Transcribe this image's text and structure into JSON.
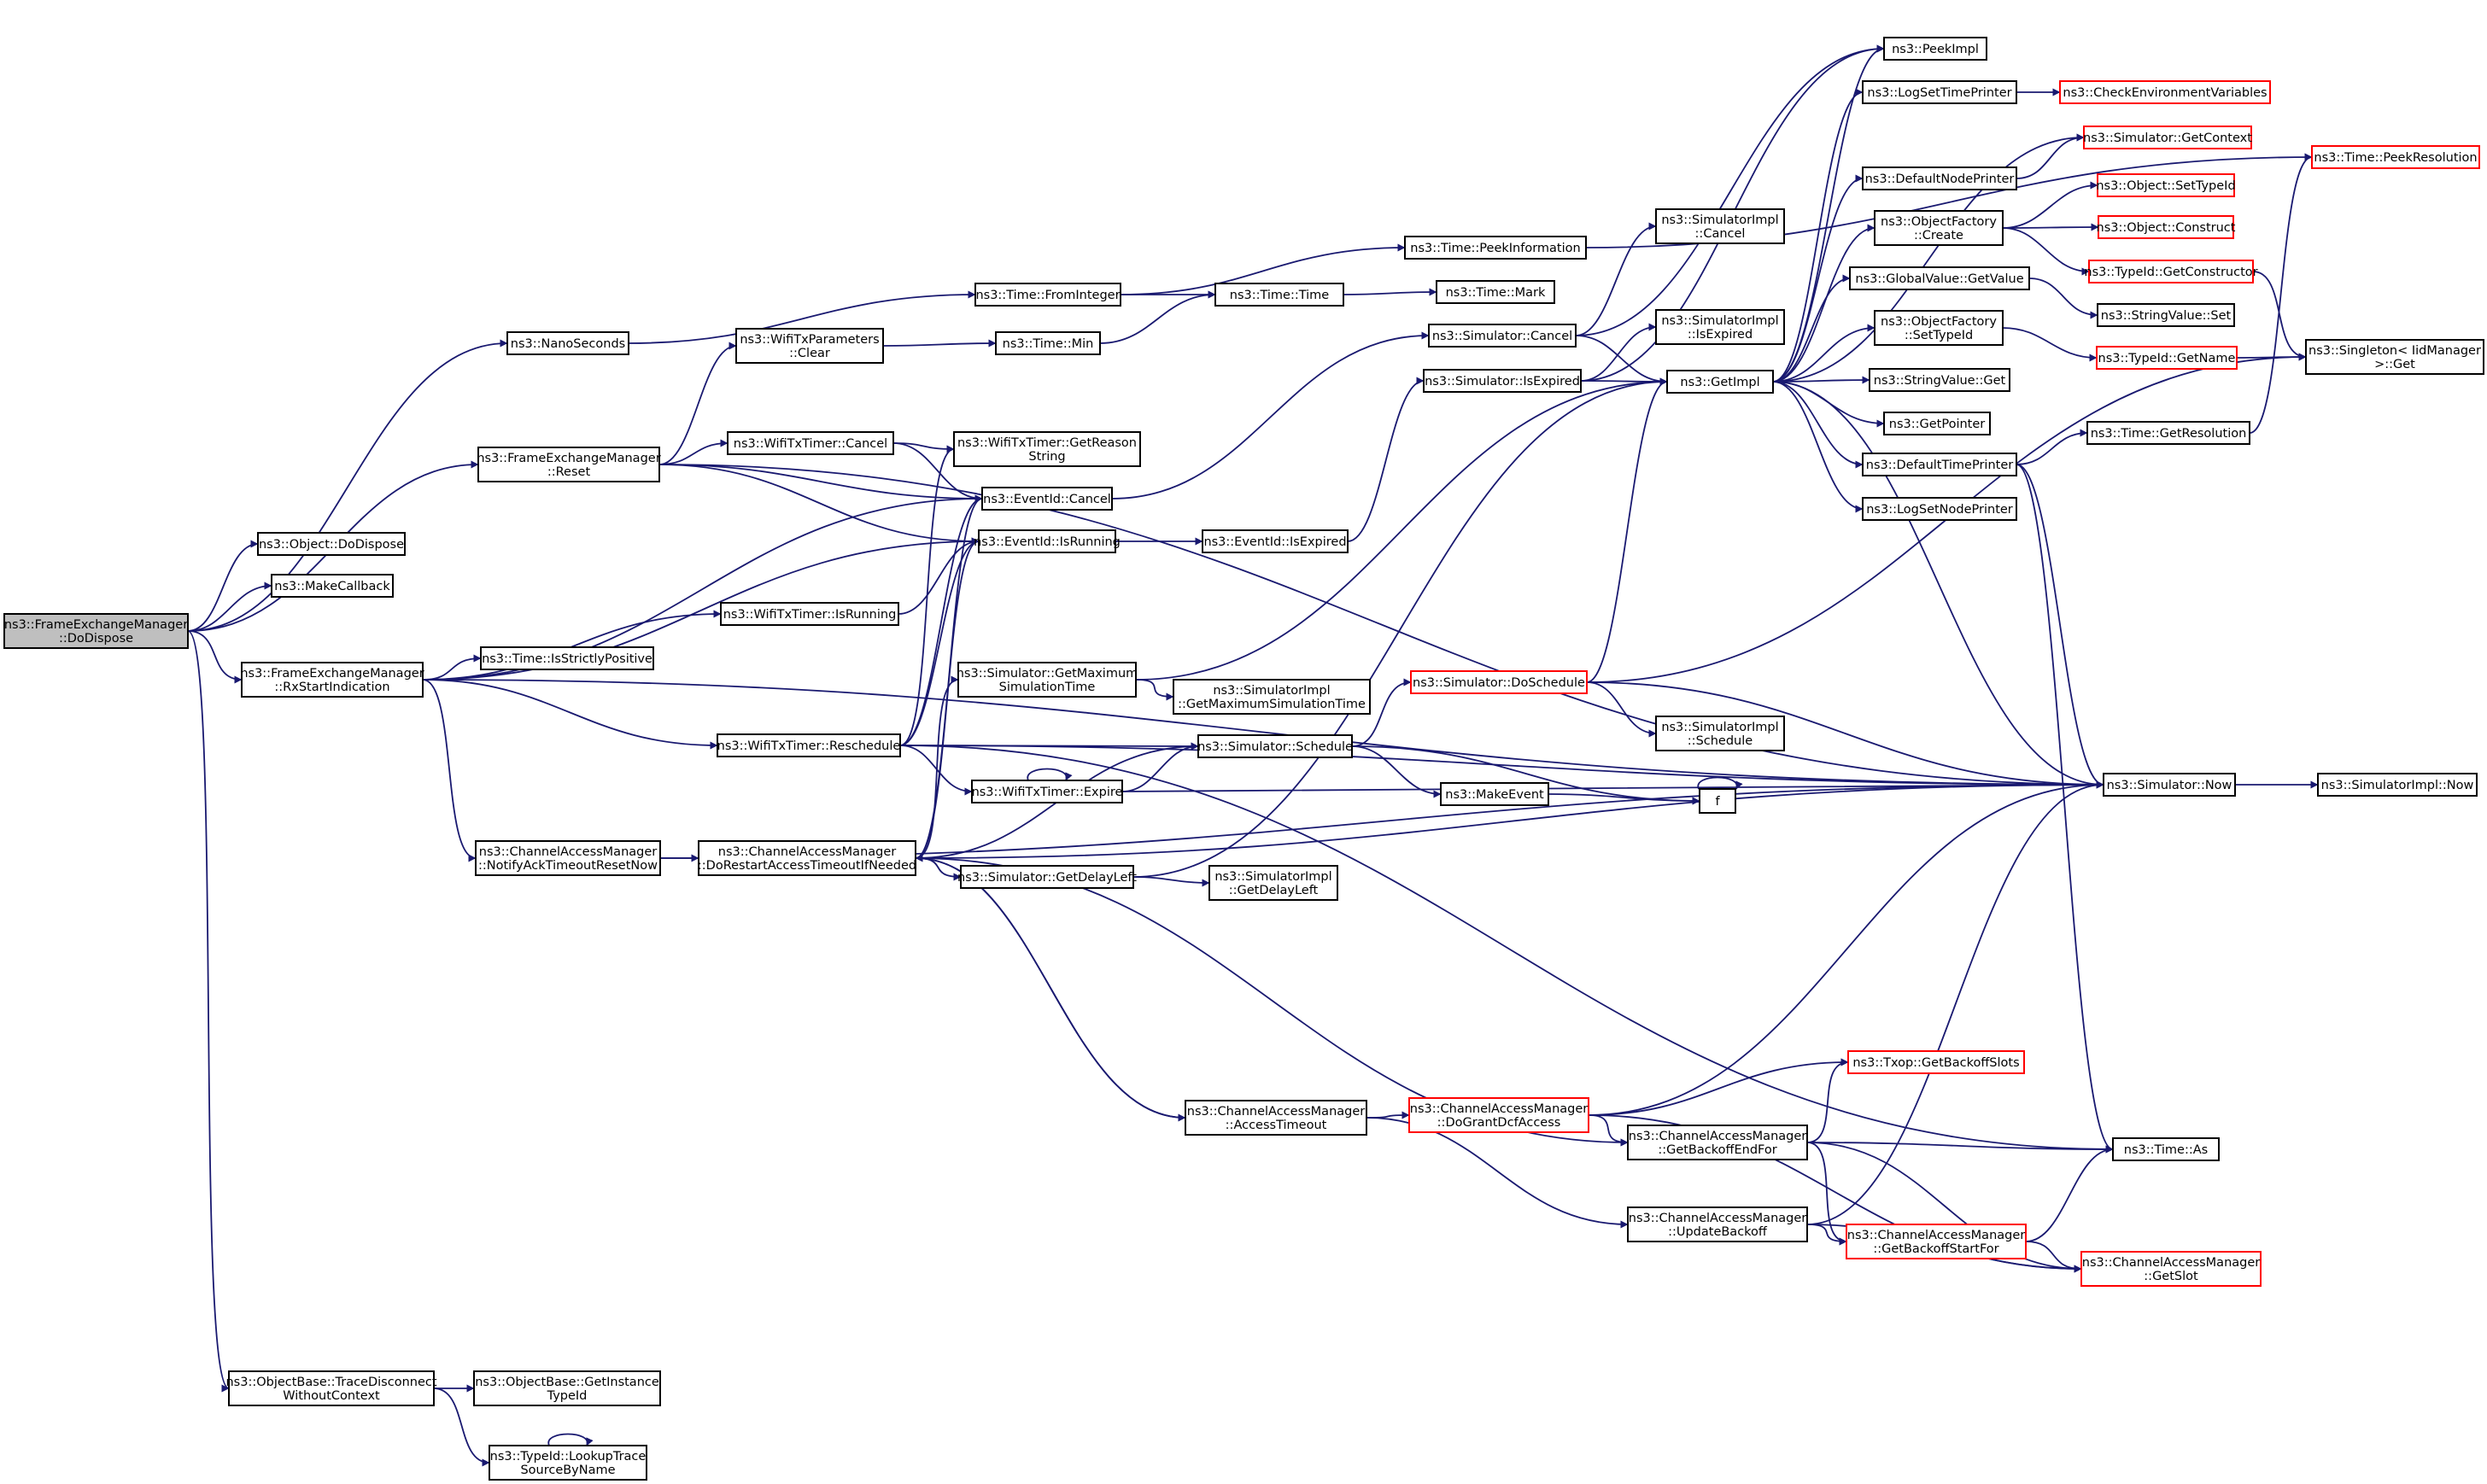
{
  "graph": {
    "nodes": [
      {
        "id": "root",
        "lines": [
          "ns3::FrameExchangeManager",
          "::DoDispose"
        ],
        "style": "root"
      },
      {
        "id": "obj_dodispose",
        "lines": [
          "ns3::Object::DoDispose"
        ]
      },
      {
        "id": "makecallback",
        "lines": [
          "ns3::MakeCallback"
        ]
      },
      {
        "id": "nanoseconds",
        "lines": [
          "ns3::NanoSeconds"
        ]
      },
      {
        "id": "fem_reset",
        "lines": [
          "ns3::FrameExchangeManager",
          "::Reset"
        ]
      },
      {
        "id": "fem_rxstart",
        "lines": [
          "ns3::FrameExchangeManager",
          "::RxStartIndication"
        ]
      },
      {
        "id": "obase_trace",
        "lines": [
          "ns3::ObjectBase::TraceDisconnect",
          "WithoutContext"
        ]
      },
      {
        "id": "obase_getinst",
        "lines": [
          "ns3::ObjectBase::GetInstance",
          "TypeId"
        ]
      },
      {
        "id": "typeid_lookup",
        "lines": [
          "ns3::TypeId::LookupTrace",
          "SourceByName"
        ]
      },
      {
        "id": "wifitxparams_clear",
        "lines": [
          "ns3::WifiTxParameters",
          "::Clear"
        ]
      },
      {
        "id": "wifitxtimer_cancel",
        "lines": [
          "ns3::WifiTxTimer::Cancel"
        ]
      },
      {
        "id": "wifitxtimer_isrunning",
        "lines": [
          "ns3::WifiTxTimer::IsRunning"
        ]
      },
      {
        "id": "time_isstrictly",
        "lines": [
          "ns3::Time::IsStrictlyPositive"
        ]
      },
      {
        "id": "wifitxtimer_resched",
        "lines": [
          "ns3::WifiTxTimer::Reschedule"
        ]
      },
      {
        "id": "cam_notify",
        "lines": [
          "ns3::ChannelAccessManager",
          "::NotifyAckTimeoutResetNow"
        ]
      },
      {
        "id": "cam_dorestart",
        "lines": [
          "ns3::ChannelAccessManager",
          "::DoRestartAccessTimeoutIfNeeded"
        ]
      },
      {
        "id": "time_frominteger",
        "lines": [
          "ns3::Time::FromInteger"
        ]
      },
      {
        "id": "time_min",
        "lines": [
          "ns3::Time::Min"
        ]
      },
      {
        "id": "wifitxtimer_getreason",
        "lines": [
          "ns3::WifiTxTimer::GetReason",
          "String"
        ]
      },
      {
        "id": "eventid_cancel",
        "lines": [
          "ns3::EventId::Cancel"
        ]
      },
      {
        "id": "eventid_isrunning",
        "lines": [
          "ns3::EventId::IsRunning"
        ]
      },
      {
        "id": "sim_getmaxsim",
        "lines": [
          "ns3::Simulator::GetMaximum",
          "SimulationTime"
        ]
      },
      {
        "id": "wifitxtimer_expire",
        "lines": [
          "ns3::WifiTxTimer::Expire"
        ]
      },
      {
        "id": "sim_getdelayleft",
        "lines": [
          "ns3::Simulator::GetDelayLeft"
        ]
      },
      {
        "id": "cam_accesstimeout",
        "lines": [
          "ns3::ChannelAccessManager",
          "::AccessTimeout"
        ]
      },
      {
        "id": "time_peekinfo",
        "lines": [
          "ns3::Time::PeekInformation"
        ]
      },
      {
        "id": "time_time",
        "lines": [
          "ns3::Time::Time"
        ]
      },
      {
        "id": "time_mark",
        "lines": [
          "ns3::Time::Mark"
        ]
      },
      {
        "id": "sim_cancel",
        "lines": [
          "ns3::Simulator::Cancel"
        ]
      },
      {
        "id": "sim_isexpired",
        "lines": [
          "ns3::Simulator::IsExpired"
        ]
      },
      {
        "id": "eventid_isexpired",
        "lines": [
          "ns3::EventId::IsExpired"
        ]
      },
      {
        "id": "simimpl_getmax",
        "lines": [
          "ns3::SimulatorImpl",
          "::GetMaximumSimulationTime"
        ]
      },
      {
        "id": "sim_schedule",
        "lines": [
          "ns3::Simulator::Schedule"
        ]
      },
      {
        "id": "makeevent",
        "lines": [
          "ns3::MakeEvent"
        ]
      },
      {
        "id": "simimpl_getdelayleft",
        "lines": [
          "ns3::SimulatorImpl",
          "::GetDelayLeft"
        ]
      },
      {
        "id": "cam_dogrant",
        "lines": [
          "ns3::ChannelAccessManager",
          "::DoGrantDcfAccess"
        ],
        "style": "red"
      },
      {
        "id": "sim_doschedule",
        "lines": [
          "ns3::Simulator::DoSchedule"
        ],
        "style": "red"
      },
      {
        "id": "simimpl_cancel",
        "lines": [
          "ns3::SimulatorImpl",
          "::Cancel"
        ]
      },
      {
        "id": "simimpl_isexpired",
        "lines": [
          "ns3::SimulatorImpl",
          "::IsExpired"
        ]
      },
      {
        "id": "getimpl",
        "lines": [
          "ns3::GetImpl"
        ]
      },
      {
        "id": "simimpl_schedule",
        "lines": [
          "ns3::SimulatorImpl",
          "::Schedule"
        ]
      },
      {
        "id": "f",
        "lines": [
          "f"
        ]
      },
      {
        "id": "cam_getbackoffend",
        "lines": [
          "ns3::ChannelAccessManager",
          "::GetBackoffEndFor"
        ]
      },
      {
        "id": "cam_updatebackoff",
        "lines": [
          "ns3::ChannelAccessManager",
          "::UpdateBackoff"
        ]
      },
      {
        "id": "peekimpl",
        "lines": [
          "ns3::PeekImpl"
        ]
      },
      {
        "id": "logsettime",
        "lines": [
          "ns3::LogSetTimePrinter"
        ]
      },
      {
        "id": "defnodeprinter",
        "lines": [
          "ns3::DefaultNodePrinter"
        ]
      },
      {
        "id": "objfactory_create",
        "lines": [
          "ns3::ObjectFactory",
          "::Create"
        ]
      },
      {
        "id": "globalvalue_get",
        "lines": [
          "ns3::GlobalValue::GetValue"
        ]
      },
      {
        "id": "objfactory_settype",
        "lines": [
          "ns3::ObjectFactory",
          "::SetTypeId"
        ]
      },
      {
        "id": "stringvalue_get",
        "lines": [
          "ns3::StringValue::Get"
        ]
      },
      {
        "id": "getpointer",
        "lines": [
          "ns3::GetPointer"
        ]
      },
      {
        "id": "deftimeprinter",
        "lines": [
          "ns3::DefaultTimePrinter"
        ]
      },
      {
        "id": "logsetnode",
        "lines": [
          "ns3::LogSetNodePrinter"
        ]
      },
      {
        "id": "txop_getbackoff",
        "lines": [
          "ns3::Txop::GetBackoffSlots"
        ],
        "style": "red"
      },
      {
        "id": "cam_getbackoffstart",
        "lines": [
          "ns3::ChannelAccessManager",
          "::GetBackoffStartFor"
        ],
        "style": "red"
      },
      {
        "id": "checkenv",
        "lines": [
          "ns3::CheckEnvironmentVariables"
        ],
        "style": "red"
      },
      {
        "id": "sim_getcontext",
        "lines": [
          "ns3::Simulator::GetContext"
        ],
        "style": "red"
      },
      {
        "id": "obj_settypeid",
        "lines": [
          "ns3::Object::SetTypeId"
        ],
        "style": "red"
      },
      {
        "id": "obj_construct",
        "lines": [
          "ns3::Object::Construct"
        ],
        "style": "red"
      },
      {
        "id": "typeid_getconstructor",
        "lines": [
          "ns3::TypeId::GetConstructor"
        ],
        "style": "red"
      },
      {
        "id": "stringvalue_set",
        "lines": [
          "ns3::StringValue::Set"
        ]
      },
      {
        "id": "typeid_getname",
        "lines": [
          "ns3::TypeId::GetName"
        ],
        "style": "red"
      },
      {
        "id": "time_getresolution",
        "lines": [
          "ns3::Time::GetResolution"
        ]
      },
      {
        "id": "sim_now",
        "lines": [
          "ns3::Simulator::Now"
        ]
      },
      {
        "id": "time_as",
        "lines": [
          "ns3::Time::As"
        ]
      },
      {
        "id": "cam_getslot",
        "lines": [
          "ns3::ChannelAccessManager",
          "::GetSlot"
        ],
        "style": "red"
      },
      {
        "id": "time_peekres",
        "lines": [
          "ns3::Time::PeekResolution"
        ],
        "style": "red"
      },
      {
        "id": "singleton_get",
        "lines": [
          "ns3::Singleton< IidManager",
          " >::Get"
        ]
      },
      {
        "id": "simimpl_now",
        "lines": [
          "ns3::SimulatorImpl::Now"
        ]
      }
    ],
    "edges": [
      [
        "root",
        "obj_dodispose"
      ],
      [
        "root",
        "makecallback"
      ],
      [
        "root",
        "nanoseconds"
      ],
      [
        "root",
        "fem_reset"
      ],
      [
        "root",
        "fem_rxstart"
      ],
      [
        "root",
        "obase_trace"
      ],
      [
        "obase_trace",
        "obase_getinst"
      ],
      [
        "obase_trace",
        "typeid_lookup"
      ],
      [
        "typeid_lookup",
        "typeid_lookup"
      ],
      [
        "nanoseconds",
        "time_frominteger"
      ],
      [
        "fem_reset",
        "wifitxparams_clear"
      ],
      [
        "fem_reset",
        "wifitxtimer_cancel"
      ],
      [
        "fem_reset",
        "eventid_cancel"
      ],
      [
        "fem_reset",
        "eventid_isrunning"
      ],
      [
        "fem_reset",
        "sim_now"
      ],
      [
        "fem_rxstart",
        "eventid_cancel"
      ],
      [
        "fem_rxstart",
        "eventid_isrunning"
      ],
      [
        "fem_rxstart",
        "wifitxtimer_isrunning"
      ],
      [
        "fem_rxstart",
        "time_isstrictly"
      ],
      [
        "fem_rxstart",
        "wifitxtimer_resched"
      ],
      [
        "fem_rxstart",
        "cam_notify"
      ],
      [
        "fem_rxstart",
        "sim_now"
      ],
      [
        "wifitxparams_clear",
        "time_min"
      ],
      [
        "wifitxtimer_cancel",
        "wifitxtimer_getreason"
      ],
      [
        "wifitxtimer_cancel",
        "eventid_cancel"
      ],
      [
        "wifitxtimer_isrunning",
        "eventid_isrunning"
      ],
      [
        "wifitxtimer_resched",
        "wifitxtimer_getreason"
      ],
      [
        "wifitxtimer_resched",
        "eventid_cancel"
      ],
      [
        "wifitxtimer_resched",
        "eventid_isrunning"
      ],
      [
        "wifitxtimer_resched",
        "wifitxtimer_expire"
      ],
      [
        "wifitxtimer_resched",
        "sim_schedule"
      ],
      [
        "wifitxtimer_resched",
        "sim_now"
      ],
      [
        "wifitxtimer_resched",
        "time_as"
      ],
      [
        "cam_notify",
        "cam_dorestart"
      ],
      [
        "cam_notify",
        "sim_now"
      ],
      [
        "cam_dorestart",
        "eventid_cancel"
      ],
      [
        "cam_dorestart",
        "eventid_isrunning"
      ],
      [
        "cam_dorestart",
        "sim_getmaxsim"
      ],
      [
        "cam_dorestart",
        "sim_schedule"
      ],
      [
        "cam_dorestart",
        "sim_getdelayleft"
      ],
      [
        "cam_dorestart",
        "cam_accesstimeout"
      ],
      [
        "cam_dorestart",
        "cam_getbackoffend"
      ],
      [
        "cam_dorestart",
        "sim_now"
      ],
      [
        "time_frominteger",
        "time_peekinfo"
      ],
      [
        "time_frominteger",
        "time_time"
      ],
      [
        "time_min",
        "time_time"
      ],
      [
        "time_time",
        "time_mark"
      ],
      [
        "eventid_cancel",
        "sim_cancel"
      ],
      [
        "eventid_isrunning",
        "eventid_isexpired"
      ],
      [
        "eventid_isexpired",
        "sim_isexpired"
      ],
      [
        "sim_getmaxsim",
        "simimpl_getmax"
      ],
      [
        "sim_getmaxsim",
        "getimpl"
      ],
      [
        "wifitxtimer_expire",
        "wifitxtimer_expire"
      ],
      [
        "wifitxtimer_expire",
        "sim_schedule"
      ],
      [
        "wifitxtimer_expire",
        "sim_now"
      ],
      [
        "sim_getdelayleft",
        "simimpl_getdelayleft"
      ],
      [
        "sim_getdelayleft",
        "getimpl"
      ],
      [
        "cam_accesstimeout",
        "cam_dorestart"
      ],
      [
        "cam_accesstimeout",
        "cam_dogrant"
      ],
      [
        "cam_accesstimeout",
        "cam_updatebackoff"
      ],
      [
        "time_peekinfo",
        "time_peekres"
      ],
      [
        "sim_cancel",
        "simimpl_cancel"
      ],
      [
        "sim_cancel",
        "getimpl"
      ],
      [
        "sim_cancel",
        "peekimpl"
      ],
      [
        "sim_isexpired",
        "simimpl_isexpired"
      ],
      [
        "sim_isexpired",
        "getimpl"
      ],
      [
        "sim_isexpired",
        "peekimpl"
      ],
      [
        "sim_schedule",
        "sim_doschedule"
      ],
      [
        "sim_schedule",
        "makeevent"
      ],
      [
        "sim_schedule",
        "f"
      ],
      [
        "makeevent",
        "f"
      ],
      [
        "f",
        "f"
      ],
      [
        "sim_doschedule",
        "simimpl_schedule"
      ],
      [
        "sim_doschedule",
        "getimpl"
      ],
      [
        "sim_doschedule",
        "sim_now"
      ],
      [
        "sim_doschedule",
        "singleton_get"
      ],
      [
        "cam_dogrant",
        "txop_getbackoff"
      ],
      [
        "cam_dogrant",
        "cam_getbackoffend"
      ],
      [
        "cam_dogrant",
        "cam_getslot"
      ],
      [
        "cam_dogrant",
        "sim_now"
      ],
      [
        "getimpl",
        "peekimpl"
      ],
      [
        "getimpl",
        "logsettime"
      ],
      [
        "getimpl",
        "defnodeprinter"
      ],
      [
        "getimpl",
        "objfactory_create"
      ],
      [
        "getimpl",
        "globalvalue_get"
      ],
      [
        "getimpl",
        "objfactory_settype"
      ],
      [
        "getimpl",
        "stringvalue_get"
      ],
      [
        "getimpl",
        "getpointer"
      ],
      [
        "getimpl",
        "deftimeprinter"
      ],
      [
        "getimpl",
        "logsetnode"
      ],
      [
        "getimpl",
        "sim_now"
      ],
      [
        "getimpl",
        "sim_getcontext"
      ],
      [
        "cam_getbackoffend",
        "txop_getbackoff"
      ],
      [
        "cam_getbackoffend",
        "cam_getbackoffstart"
      ],
      [
        "cam_getbackoffend",
        "time_as"
      ],
      [
        "cam_getbackoffend",
        "cam_getslot"
      ],
      [
        "cam_updatebackoff",
        "cam_getbackoffstart"
      ],
      [
        "cam_updatebackoff",
        "cam_getslot"
      ],
      [
        "cam_updatebackoff",
        "sim_now"
      ],
      [
        "cam_getbackoffstart",
        "time_as"
      ],
      [
        "cam_getbackoffstart",
        "cam_getslot"
      ],
      [
        "logsettime",
        "checkenv"
      ],
      [
        "defnodeprinter",
        "sim_getcontext"
      ],
      [
        "objfactory_create",
        "obj_settypeid"
      ],
      [
        "objfactory_create",
        "obj_construct"
      ],
      [
        "objfactory_create",
        "typeid_getconstructor"
      ],
      [
        "globalvalue_get",
        "stringvalue_set"
      ],
      [
        "objfactory_settype",
        "typeid_getname"
      ],
      [
        "deftimeprinter",
        "time_getresolution"
      ],
      [
        "deftimeprinter",
        "sim_now"
      ],
      [
        "deftimeprinter",
        "time_as"
      ],
      [
        "time_getresolution",
        "time_peekres"
      ],
      [
        "typeid_getconstructor",
        "singleton_get"
      ],
      [
        "typeid_getname",
        "singleton_get"
      ],
      [
        "sim_now",
        "simimpl_now"
      ]
    ]
  }
}
